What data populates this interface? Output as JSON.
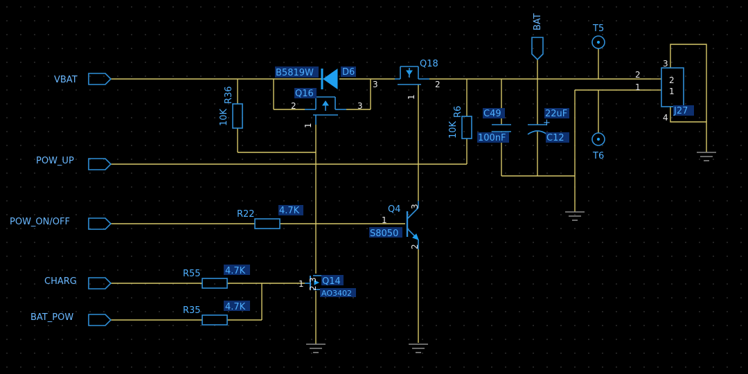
{
  "nets": {
    "vbat": "VBAT",
    "pow_up": "POW_UP",
    "pow_onoff": "POW_ON/OFF",
    "charg": "CHARG",
    "bat_pow": "BAT_POW",
    "bat": "BAT"
  },
  "components": {
    "d6": {
      "ref": "D6",
      "value": "B5819W"
    },
    "q16": {
      "ref": "Q16",
      "pin1": "1",
      "pin2": "2",
      "pin3": "3"
    },
    "q18": {
      "ref": "Q18",
      "pin1": "1",
      "pin2": "2",
      "pin3": "3"
    },
    "r36": {
      "ref": "R36",
      "value": "10K"
    },
    "r6": {
      "ref": "R6",
      "value": "10K"
    },
    "c49": {
      "ref": "C49",
      "value": "100nF"
    },
    "c12": {
      "ref": "C12",
      "value": "22uF",
      "polarity": "+"
    },
    "q4": {
      "ref": "Q4",
      "value": "S8050",
      "pin1": "1",
      "pin2": "2",
      "pin3": "3"
    },
    "r22": {
      "ref": "R22",
      "value": "4.7K"
    },
    "r55": {
      "ref": "R55",
      "value": "4.7K"
    },
    "r35": {
      "ref": "R35",
      "value": "4.7K"
    },
    "q14": {
      "ref": "Q14",
      "value": "AO3402",
      "pin1": "1",
      "pin2": "2",
      "pin3": "3"
    },
    "t5": {
      "ref": "T5"
    },
    "t6": {
      "ref": "T6"
    },
    "j27": {
      "ref": "J27",
      "pin1": "1",
      "pin2": "2",
      "pin3": "3",
      "pin4": "4",
      "ext1": "1",
      "ext2": "2"
    }
  },
  "colors": {
    "background": "#000000",
    "wire": "#d8c96a",
    "component": "#2f8fd8",
    "label": "#4fb0ff",
    "ground": "#8a8a8a",
    "grid_dot": "#3a3a3a"
  }
}
